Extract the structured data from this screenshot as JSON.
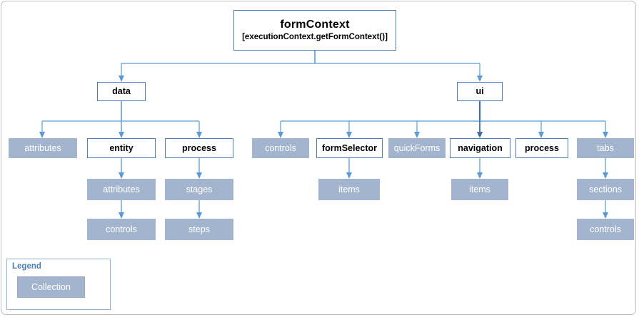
{
  "diagram": {
    "title": "formContext",
    "subtitle": "[executionContext.getFormContext()]",
    "colors": {
      "object_border": "#4a7ebb",
      "collection_fill": "#a3b5ce",
      "connector": "#5b9bd5",
      "connector_dark": "#3d6ea8",
      "legend_border": "#8cb3de",
      "frame": "#bfbfbf",
      "legend_title": "#4a7ebb"
    },
    "root": {
      "label": "formContext",
      "sub_label": "[executionContext.getFormContext()]",
      "type": "object"
    },
    "branches": [
      {
        "name": "data",
        "label": "data",
        "type": "object",
        "children": [
          {
            "label": "attributes",
            "type": "collection",
            "children": []
          },
          {
            "label": "entity",
            "type": "object",
            "children": [
              {
                "label": "attributes",
                "type": "collection",
                "children": [
                  {
                    "label": "controls",
                    "type": "collection",
                    "children": []
                  }
                ]
              }
            ]
          },
          {
            "label": "process",
            "type": "object",
            "children": [
              {
                "label": "stages",
                "type": "collection",
                "children": [
                  {
                    "label": "steps",
                    "type": "collection",
                    "children": []
                  }
                ]
              }
            ]
          }
        ]
      },
      {
        "name": "ui",
        "label": "ui",
        "type": "object",
        "children": [
          {
            "label": "controls",
            "type": "collection",
            "children": []
          },
          {
            "label": "formSelector",
            "type": "object",
            "children": [
              {
                "label": "items",
                "type": "collection",
                "children": []
              }
            ]
          },
          {
            "label": "quickForms",
            "type": "collection",
            "children": []
          },
          {
            "label": "navigation",
            "type": "object",
            "children": [
              {
                "label": "items",
                "type": "collection",
                "children": []
              }
            ]
          },
          {
            "label": "process",
            "type": "object",
            "children": []
          },
          {
            "label": "tabs",
            "type": "collection",
            "children": [
              {
                "label": "sections",
                "type": "collection",
                "children": [
                  {
                    "label": "controls",
                    "type": "collection",
                    "children": []
                  }
                ]
              }
            ]
          }
        ]
      }
    ],
    "legend": {
      "title": "Legend",
      "items": [
        {
          "label": "Collection",
          "type": "collection"
        }
      ]
    },
    "nodes": {
      "root": {
        "label": "formContext"
      },
      "data": {
        "label": "data"
      },
      "ui": {
        "label": "ui"
      },
      "data_attributes": {
        "label": "attributes"
      },
      "data_entity": {
        "label": "entity"
      },
      "data_process": {
        "label": "process"
      },
      "entity_attributes": {
        "label": "attributes"
      },
      "entity_controls": {
        "label": "controls"
      },
      "process_stages": {
        "label": "stages"
      },
      "process_steps": {
        "label": "steps"
      },
      "ui_controls": {
        "label": "controls"
      },
      "ui_formselector": {
        "label": "formSelector"
      },
      "ui_quickforms": {
        "label": "quickForms"
      },
      "ui_navigation": {
        "label": "navigation"
      },
      "ui_process": {
        "label": "process"
      },
      "ui_tabs": {
        "label": "tabs"
      },
      "formselector_items": {
        "label": "items"
      },
      "navigation_items": {
        "label": "items"
      },
      "tabs_sections": {
        "label": "sections"
      },
      "tabs_controls": {
        "label": "controls"
      }
    }
  }
}
